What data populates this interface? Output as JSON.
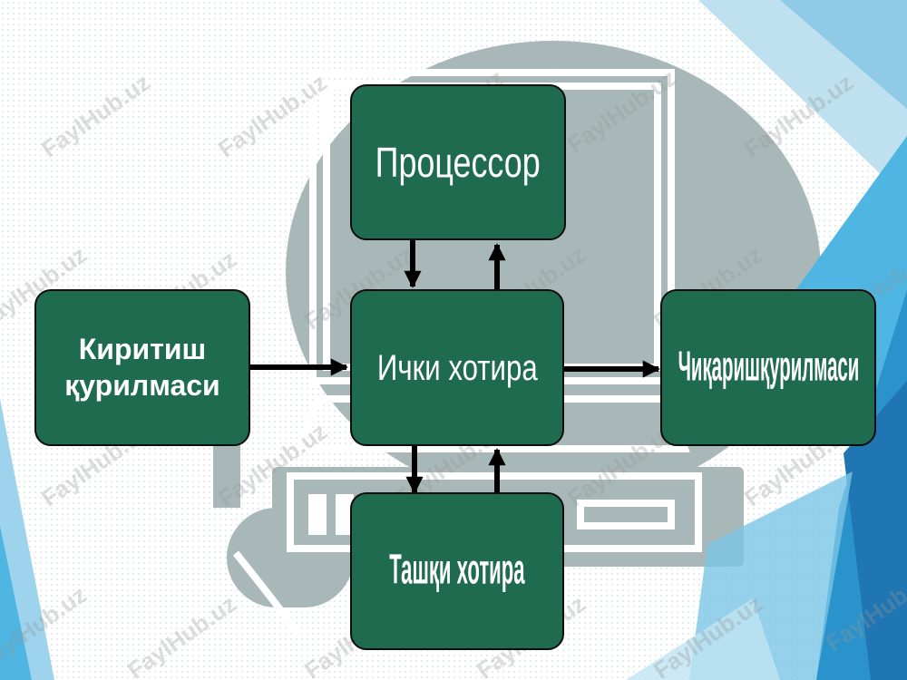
{
  "colors": {
    "box_fill": "#1f6b4f",
    "box_border": "#0d0d0d",
    "box_text": "#ffffff",
    "arrow": "#000000",
    "accent_blue": "#29a3d9",
    "background_art": "#a8b8b8"
  },
  "diagram": {
    "nodes": {
      "processor": {
        "label": "Процессор"
      },
      "internal_memory": {
        "label": "Ички хотира"
      },
      "input_device": {
        "label_line1": "Киритиш",
        "label_line2": "қурилмаси"
      },
      "output_device": {
        "label": "Чиқаришқурилмаси"
      },
      "external_memory": {
        "label": "Ташқи хотира"
      }
    },
    "edges": [
      {
        "from": "processor",
        "to": "internal_memory"
      },
      {
        "from": "internal_memory",
        "to": "processor"
      },
      {
        "from": "input_device",
        "to": "internal_memory"
      },
      {
        "from": "internal_memory",
        "to": "output_device"
      },
      {
        "from": "internal_memory",
        "to": "external_memory"
      },
      {
        "from": "external_memory",
        "to": "internal_memory"
      }
    ]
  },
  "watermark": {
    "text": "FaylHub.uz"
  },
  "background_icon": "desktop-computer-icon"
}
